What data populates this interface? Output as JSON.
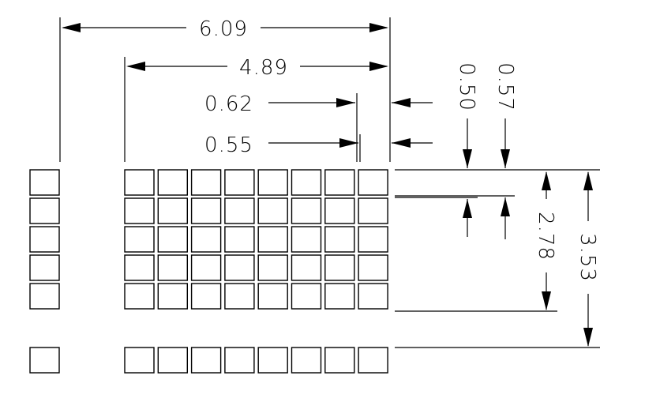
{
  "drawing": {
    "dimensions": {
      "overall_width": "6.09",
      "matrix_width": "4.89",
      "pitch_x": "0.62",
      "dot_width": "0.55",
      "dot_height": "0.50",
      "pitch_y": "0.57",
      "matrix_height": "2.78",
      "overall_height": "3.53"
    },
    "grid": {
      "columns": 8,
      "main_rows": 5,
      "bottom_rows": 1
    }
  }
}
